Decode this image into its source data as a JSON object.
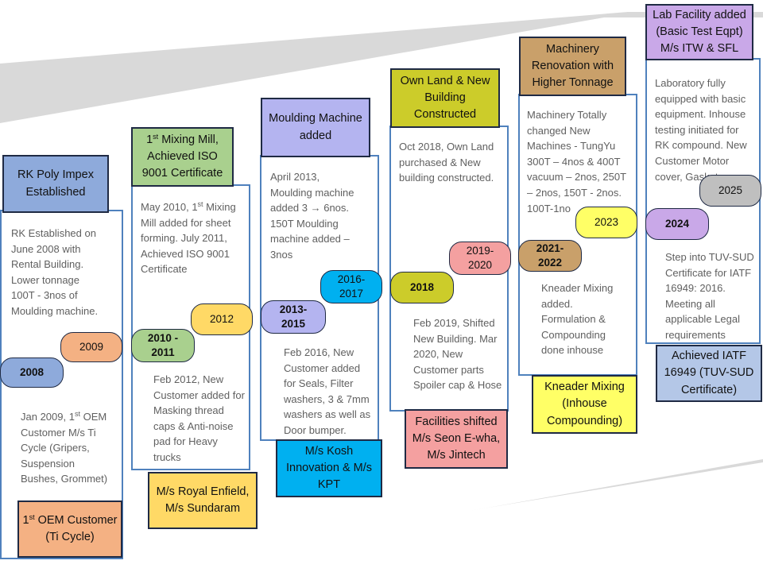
{
  "colors": {
    "band": "#d9d9d9",
    "frame_line": "#4f81bd",
    "box_border": "#1f2a44",
    "blue": "#8eaadb",
    "green": "#a9d08e",
    "lavender": "#b4b4f0",
    "yellow": "#ffe68a",
    "olive": "#cccc2a",
    "tan": "#c9a06a",
    "lilac": "#c9a8e8",
    "orange": "#f4b183",
    "bright_yellow": "#ffff66",
    "pink": "#f4a0a0",
    "cyan": "#00b0f0",
    "grey": "#bfbfbf",
    "gold": "#ffd966",
    "light_blue": "#b4c7e7"
  },
  "milestones": {
    "rk": {
      "title": "RK Poly Impex Established",
      "desc": "RK Established on June 2008 with Rental Building. Lower tonnage 100T - 3nos of Moulding machine."
    },
    "mixing": {
      "title_sup": "st",
      "title_rest": " Mixing Mill, Achieved ISO 9001 Certificate",
      "title_num": "1",
      "desc_a": "May 2010, 1",
      "desc_sup": "st",
      "desc_b": " Mixing Mill added for sheet forming. July 2011, Achieved ISO 9001 Certificate"
    },
    "moulding": {
      "title": "Moulding Machine added",
      "desc_a": "April 2013, Moulding machine added 3 ",
      "desc_arrow": "→",
      "desc_b": " 6nos. 150T Moulding machine added – 3nos"
    },
    "land": {
      "title": "Own Land & New Building Constructed",
      "desc": "Oct 2018, Own Land purchased & New building constructed."
    },
    "machinery": {
      "title": "Machinery Renovation with Higher Tonnage",
      "desc": "Machinery Totally changed New Machines - TungYu 300T – 4nos & 400T vacuum – 2nos, 250T – 2nos, 150T - 2nos. 100T-1no"
    },
    "lab": {
      "title": "Lab Facility added (Basic Test Eqpt) M/s ITW & SFL",
      "desc": "Laboratory fully equipped with basic equipment. Inhouse testing initiated for RK compound. New Customer Motor cover, Gasket."
    },
    "oem": {
      "title_num": "1",
      "title_sup": "st",
      "title_rest": " OEM Customer (Ti Cycle)",
      "desc_a": "Jan 2009, 1",
      "desc_sup": "st",
      "desc_b": " OEM Customer M/s Ti Cycle (Gripers, Suspension Bushes, Grommet)"
    },
    "royal": {
      "title": "M/s Royal Enfield, M/s Sundaram",
      "desc": "Feb 2012, New Customer added for Masking thread caps & Anti-noise pad for Heavy trucks"
    },
    "kosh": {
      "title": "M/s Kosh Innovation & M/s KPT",
      "desc": "Feb 2016, New Customer added for Seals, Filter washers, 3 & 7mm washers as well as Door bumper."
    },
    "seon": {
      "title": "Facilities shifted M/s Seon E-wha, M/s Jintech",
      "desc": "Feb 2019, Shifted New Building. Mar 2020, New Customer parts Spoiler cap & Hose"
    },
    "kneader": {
      "title": "Kneader Mixing (Inhouse Compounding)",
      "desc": "Kneader Mixing added. Formulation & Compounding done inhouse"
    },
    "iatf": {
      "title": "Achieved IATF 16949 (TUV-SUD Certificate)",
      "desc": "Step into TUV-SUD Certificate for IATF 16949: 2016. Meeting all applicable Legal requirements"
    }
  },
  "years": {
    "y2008": "2008",
    "y2009": "2009",
    "y2010": "2010 - 2011",
    "y2012": "2012",
    "y2013": "2013-2015",
    "y2016": "2016-2017",
    "y2018": "2018",
    "y2019": "2019-2020",
    "y2021": "2021-2022",
    "y2023": "2023",
    "y2024": "2024",
    "y2025": "2025"
  }
}
